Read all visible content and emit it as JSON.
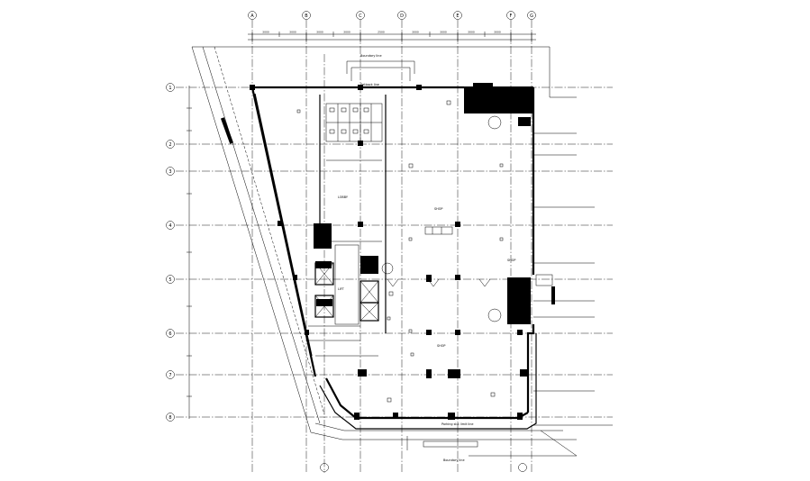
{
  "grid": {
    "columns": [
      "A",
      "B",
      "C",
      "D",
      "E",
      "F",
      "G"
    ],
    "rows": [
      "1",
      "2",
      "3",
      "4",
      "5",
      "6",
      "7",
      "8"
    ]
  },
  "labels": {
    "boundary_top": "Boundary line",
    "setback_top": "Setback line",
    "boundary_bottom": "Boundary line",
    "parking_bottom": "Parking slot limit line",
    "lobby": "LOBBY",
    "lift": "LIFT",
    "shop_centre": "SHOP",
    "shop_lower": "SHOP",
    "shop_right": "SHOP"
  },
  "dimensions": [
    "3000",
    "3000",
    "3000",
    "3000",
    "2500",
    "3000",
    "3000",
    "3000",
    "3000"
  ]
}
